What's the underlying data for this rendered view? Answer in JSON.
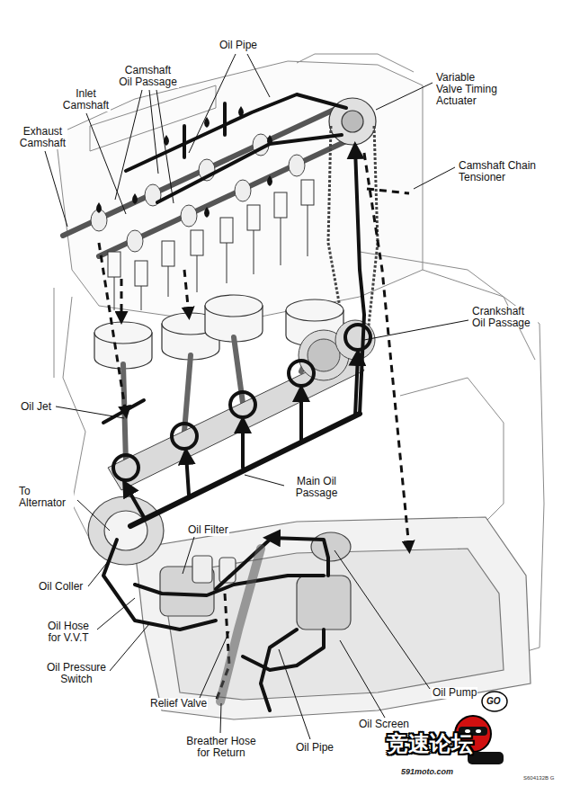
{
  "diagram": {
    "labels": [
      "Oil Pipe",
      "Camshaft Oil Passage",
      "Inlet Camshaft",
      "Variable Valve Timing Actuater",
      "Exhaust Camshaft",
      "Camshaft Chain Tensioner",
      "Crankshaft Oil Passage",
      "Oil Jet",
      "Main Oil Passage",
      "To Alternator",
      "Oil Filter",
      "Oil Coller",
      "Oil Hose for V.V.T",
      "Oil Pressure Switch",
      "Relief Valve",
      "Oil Pump",
      "Oil Screen",
      "Breather Hose for Return",
      "Oil Pipe",
      "竞速论坛",
      "591moto.com",
      "GO",
      "S604132B G"
    ]
  }
}
